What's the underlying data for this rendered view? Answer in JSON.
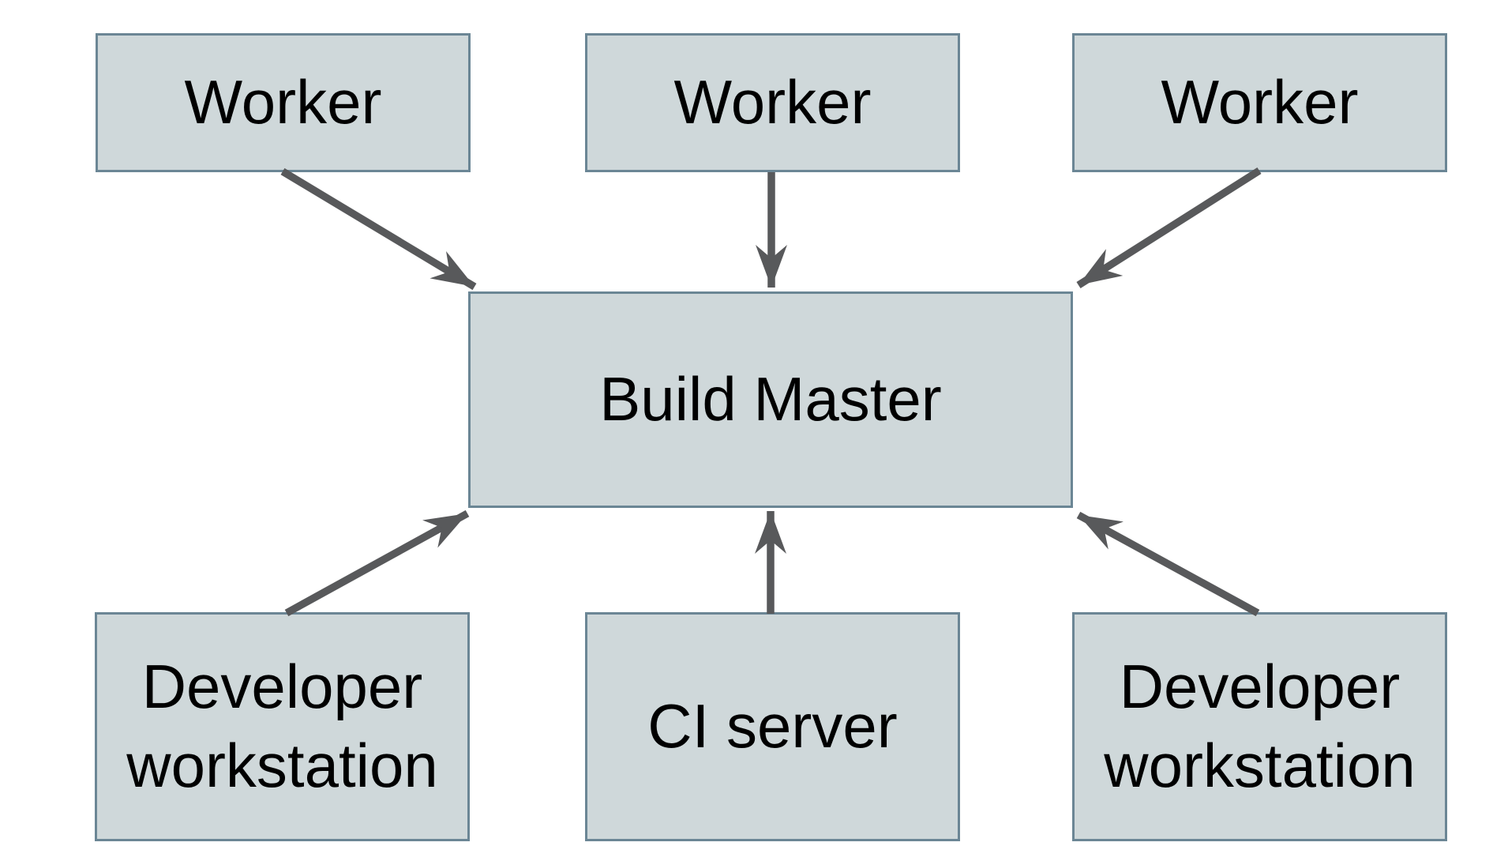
{
  "diagram": {
    "type": "architecture-diagram",
    "nodes": [
      {
        "id": "worker-1",
        "label": "Worker"
      },
      {
        "id": "worker-2",
        "label": "Worker"
      },
      {
        "id": "worker-3",
        "label": "Worker"
      },
      {
        "id": "build-master",
        "label": "Build Master"
      },
      {
        "id": "dev-workstation-left",
        "label": "Developer workstation"
      },
      {
        "id": "ci-server",
        "label": "CI server"
      },
      {
        "id": "dev-workstation-right",
        "label": "Developer workstation"
      }
    ],
    "edges": [
      {
        "from": "worker-1",
        "to": "build-master",
        "direction": "down"
      },
      {
        "from": "worker-2",
        "to": "build-master",
        "direction": "down"
      },
      {
        "from": "worker-3",
        "to": "build-master",
        "direction": "down"
      },
      {
        "from": "dev-workstation-left",
        "to": "build-master",
        "direction": "up"
      },
      {
        "from": "ci-server",
        "to": "build-master",
        "direction": "up"
      },
      {
        "from": "dev-workstation-right",
        "to": "build-master",
        "direction": "up"
      }
    ],
    "colors": {
      "background": "#ffffff",
      "node_fill": "#cfd8da",
      "node_border": "#6b8695",
      "arrow": "#58595b",
      "text": "#000000"
    }
  }
}
